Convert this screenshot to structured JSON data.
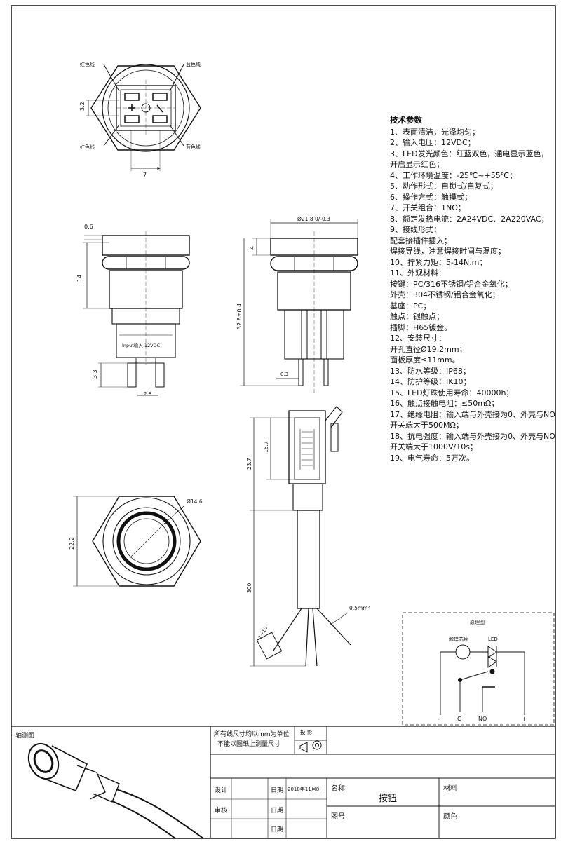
{
  "front_top_view": {
    "labels": [
      "红色线",
      "蓝色线",
      "红色线",
      "蓝色线"
    ],
    "dim_height": "3.2",
    "dim_width": "7"
  },
  "side_view": {
    "dim_top": "0.6",
    "dim_body": "14",
    "dim_pin": "3.3",
    "dim_pin_w": "2.8",
    "body_text": "Input输入 12VDC"
  },
  "section_view": {
    "dim_diameter": "Ø21.8 0/-0.3",
    "dim_head": "4",
    "dim_total": "32.8±0.4",
    "dim_pin": "0.3"
  },
  "bottom_view": {
    "dim_ring": "Ø14.6",
    "dim_hex": "22.2"
  },
  "cable_view": {
    "dim_a": "16.7",
    "dim_b": "23.7",
    "dim_len": "300",
    "dim_strip": "7~10",
    "wire_spec": "0.5mm²"
  },
  "schematic": {
    "title": "原理图",
    "led_label": "LED",
    "touch_label": "触摸芯片",
    "terminals": [
      "-",
      "C",
      "NO",
      "+"
    ]
  },
  "specs": {
    "title": "技术参数",
    "lines": [
      "1、表面清洁，光泽均匀；",
      "2、输入电压：12VDC；",
      "3、LED发光颜色：红蓝双色，通电显示蓝色，开启显示红色；",
      "4、工作环境温度：-25℃~+55℃；",
      "5、动作形式：自锁式/自复式；",
      "6、操作方式：触摸式；",
      "7、开关组合：1NO；",
      "8、额定发热电流：2A24VDC、2A220VAC；",
      "9、接线形式：",
      "   配套接插件插入；",
      "   焊接导线，注意焊接时间与温度；",
      "10、拧紧力矩：5-14N.m；",
      "11、外观材料：",
      "   按键：PC/316不锈钢/铝合金氧化；",
      "   外壳：304不锈钢/铝合金氧化；",
      "   基座：PC；",
      "   触点：银触点；",
      "   插脚：H65镀金。",
      "12、安装尺寸：",
      "   开孔直径Ø19.2mm；",
      "   面板厚度≤11mm。",
      "13、防水等级：IP68；",
      "14、防护等级：IK10；",
      "15、LED灯珠使用寿命：40000h；",
      "16、触点接触电阻：≤50mΩ；",
      "17、绝缘电阻：输入端与外壳接为0、外壳与NO开关端大于500MΩ；",
      "18、抗电强度：输入端与外壳接为0、外壳与NO开关端大于1000V/10s；",
      "19、电气寿命：5万次。"
    ]
  },
  "title_block": {
    "axonometric": "轴测图",
    "unit_note_1": "所有线尺寸均以mm为单位",
    "unit_note_2": "不能以图纸上测量尺寸",
    "projection": "投 影",
    "design": "设计",
    "review": "审核",
    "date_label_1": "日期",
    "date_label_2": "日期",
    "date_label_3": "日期",
    "date_value": "2018年11月8日",
    "name_label": "名称",
    "name_value": "按钮",
    "material_label": "材料",
    "drawing_no_label": "图号",
    "color_label": "颜色"
  }
}
